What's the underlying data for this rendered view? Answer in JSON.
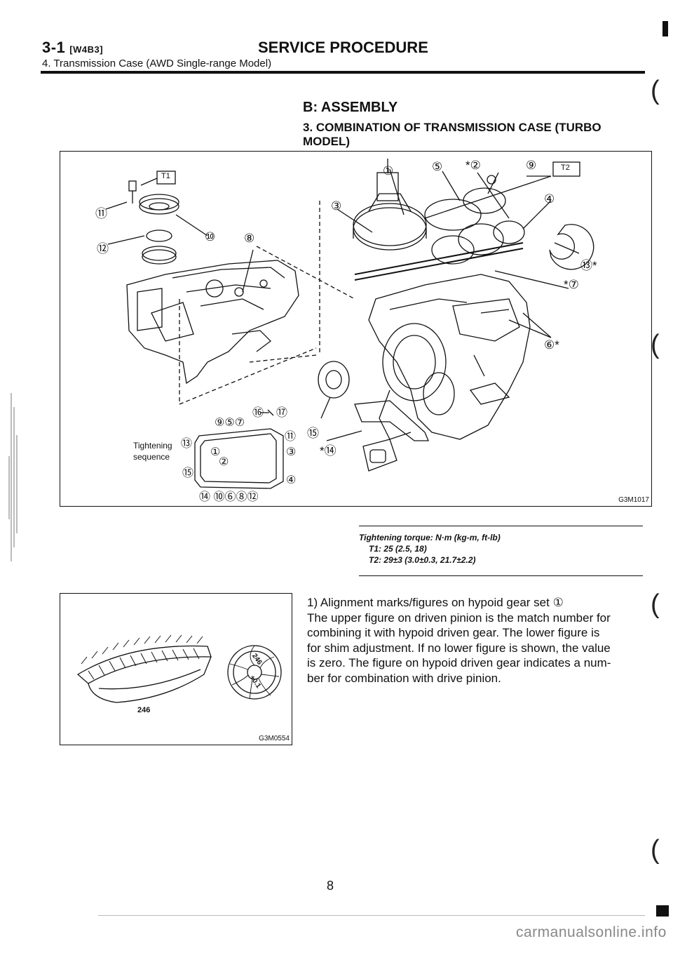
{
  "header": {
    "section": "3-1",
    "code": "[W4B3]",
    "title": "SERVICE PROCEDURE",
    "subtitle": "4. Transmission Case (AWD Single-range Model)"
  },
  "section_heading": "B: ASSEMBLY",
  "sub_heading": "3. COMBINATION OF TRANSMISSION CASE (TURBO MODEL)",
  "figure1": {
    "id": "G3M1017",
    "callouts": {
      "t1": "T1",
      "t2": "T2",
      "tightening_line1": "Tightening",
      "tightening_line2": "sequence",
      "n11": "⑪",
      "n12": "⑫",
      "n10": "⑩",
      "n8": "⑧",
      "n1": "①",
      "n5": "⑤",
      "n2": "*②",
      "n9": "⑨",
      "n3": "③",
      "n4": "④",
      "n13": "⑬*",
      "n7": "*⑦",
      "n6": "⑥*",
      "n15": "⑮",
      "n14": "*⑭",
      "seq_top": "⑨⑤⑦",
      "seq_16": "⑯",
      "seq_17": "⑰",
      "seq_13": "⑬",
      "seq_11": "⑪",
      "seq_1": "①",
      "seq_3": "③",
      "seq_2": "②",
      "seq_15": "⑮",
      "seq_4": "④",
      "seq_bottom": "⑭ ⑩⑥⑧⑫"
    }
  },
  "torque": {
    "heading": "Tightening torque: N·m (kg-m, ft-lb)",
    "t1": "T1: 25 (2.5, 18)",
    "t2": "T2: 29±3 (3.0±0.3, 21.7±2.2)"
  },
  "figure2": {
    "id": "G3M0554",
    "gear_label": "246",
    "pinion_label_top": "246",
    "pinion_label_bottom": "+0.1"
  },
  "paragraph": {
    "lines": [
      "1) Alignment marks/figures on hypoid gear set ①",
      "The upper figure on driven pinion is the match number for",
      "combining it with hypoid driven gear. The lower figure is",
      "for shim adjustment. If no lower figure is shown, the value",
      "is zero. The figure on hypoid driven gear indicates a num-",
      "ber for combination with drive pinion."
    ]
  },
  "page_number": "8",
  "footer": "carmanualsonline.info"
}
